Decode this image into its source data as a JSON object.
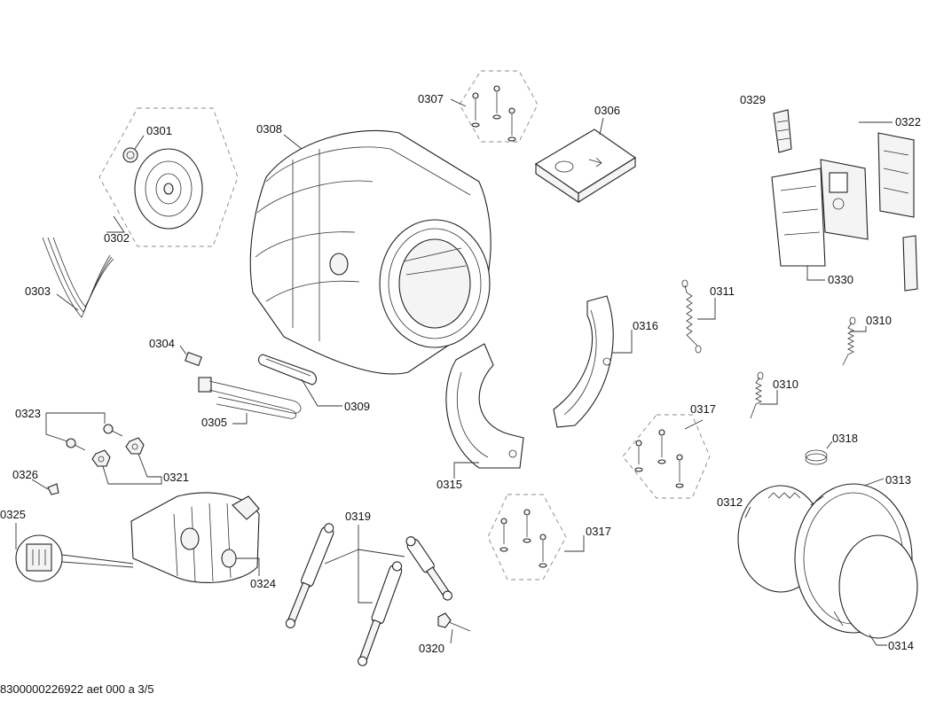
{
  "diagram": {
    "footer": "8300000226922 aet 000 a 3/5",
    "labels": {
      "p0301": "0301",
      "p0302": "0302",
      "p0303": "0303",
      "p0304": "0304",
      "p0305": "0305",
      "p0306": "0306",
      "p0307": "0307",
      "p0308": "0308",
      "p0309": "0309",
      "p0310a": "0310",
      "p0310b": "0310",
      "p0311": "0311",
      "p0312": "0312",
      "p0313": "0313",
      "p0314": "0314",
      "p0315": "0315",
      "p0316": "0316",
      "p0317a": "0317",
      "p0317b": "0317",
      "p0318": "0318",
      "p0319": "0319",
      "p0320": "0320",
      "p0321": "0321",
      "p0322": "0322",
      "p0323": "0323",
      "p0324": "0324",
      "p0325": "0325",
      "p0326": "0326",
      "p0329": "0329",
      "p0330": "0330"
    }
  }
}
